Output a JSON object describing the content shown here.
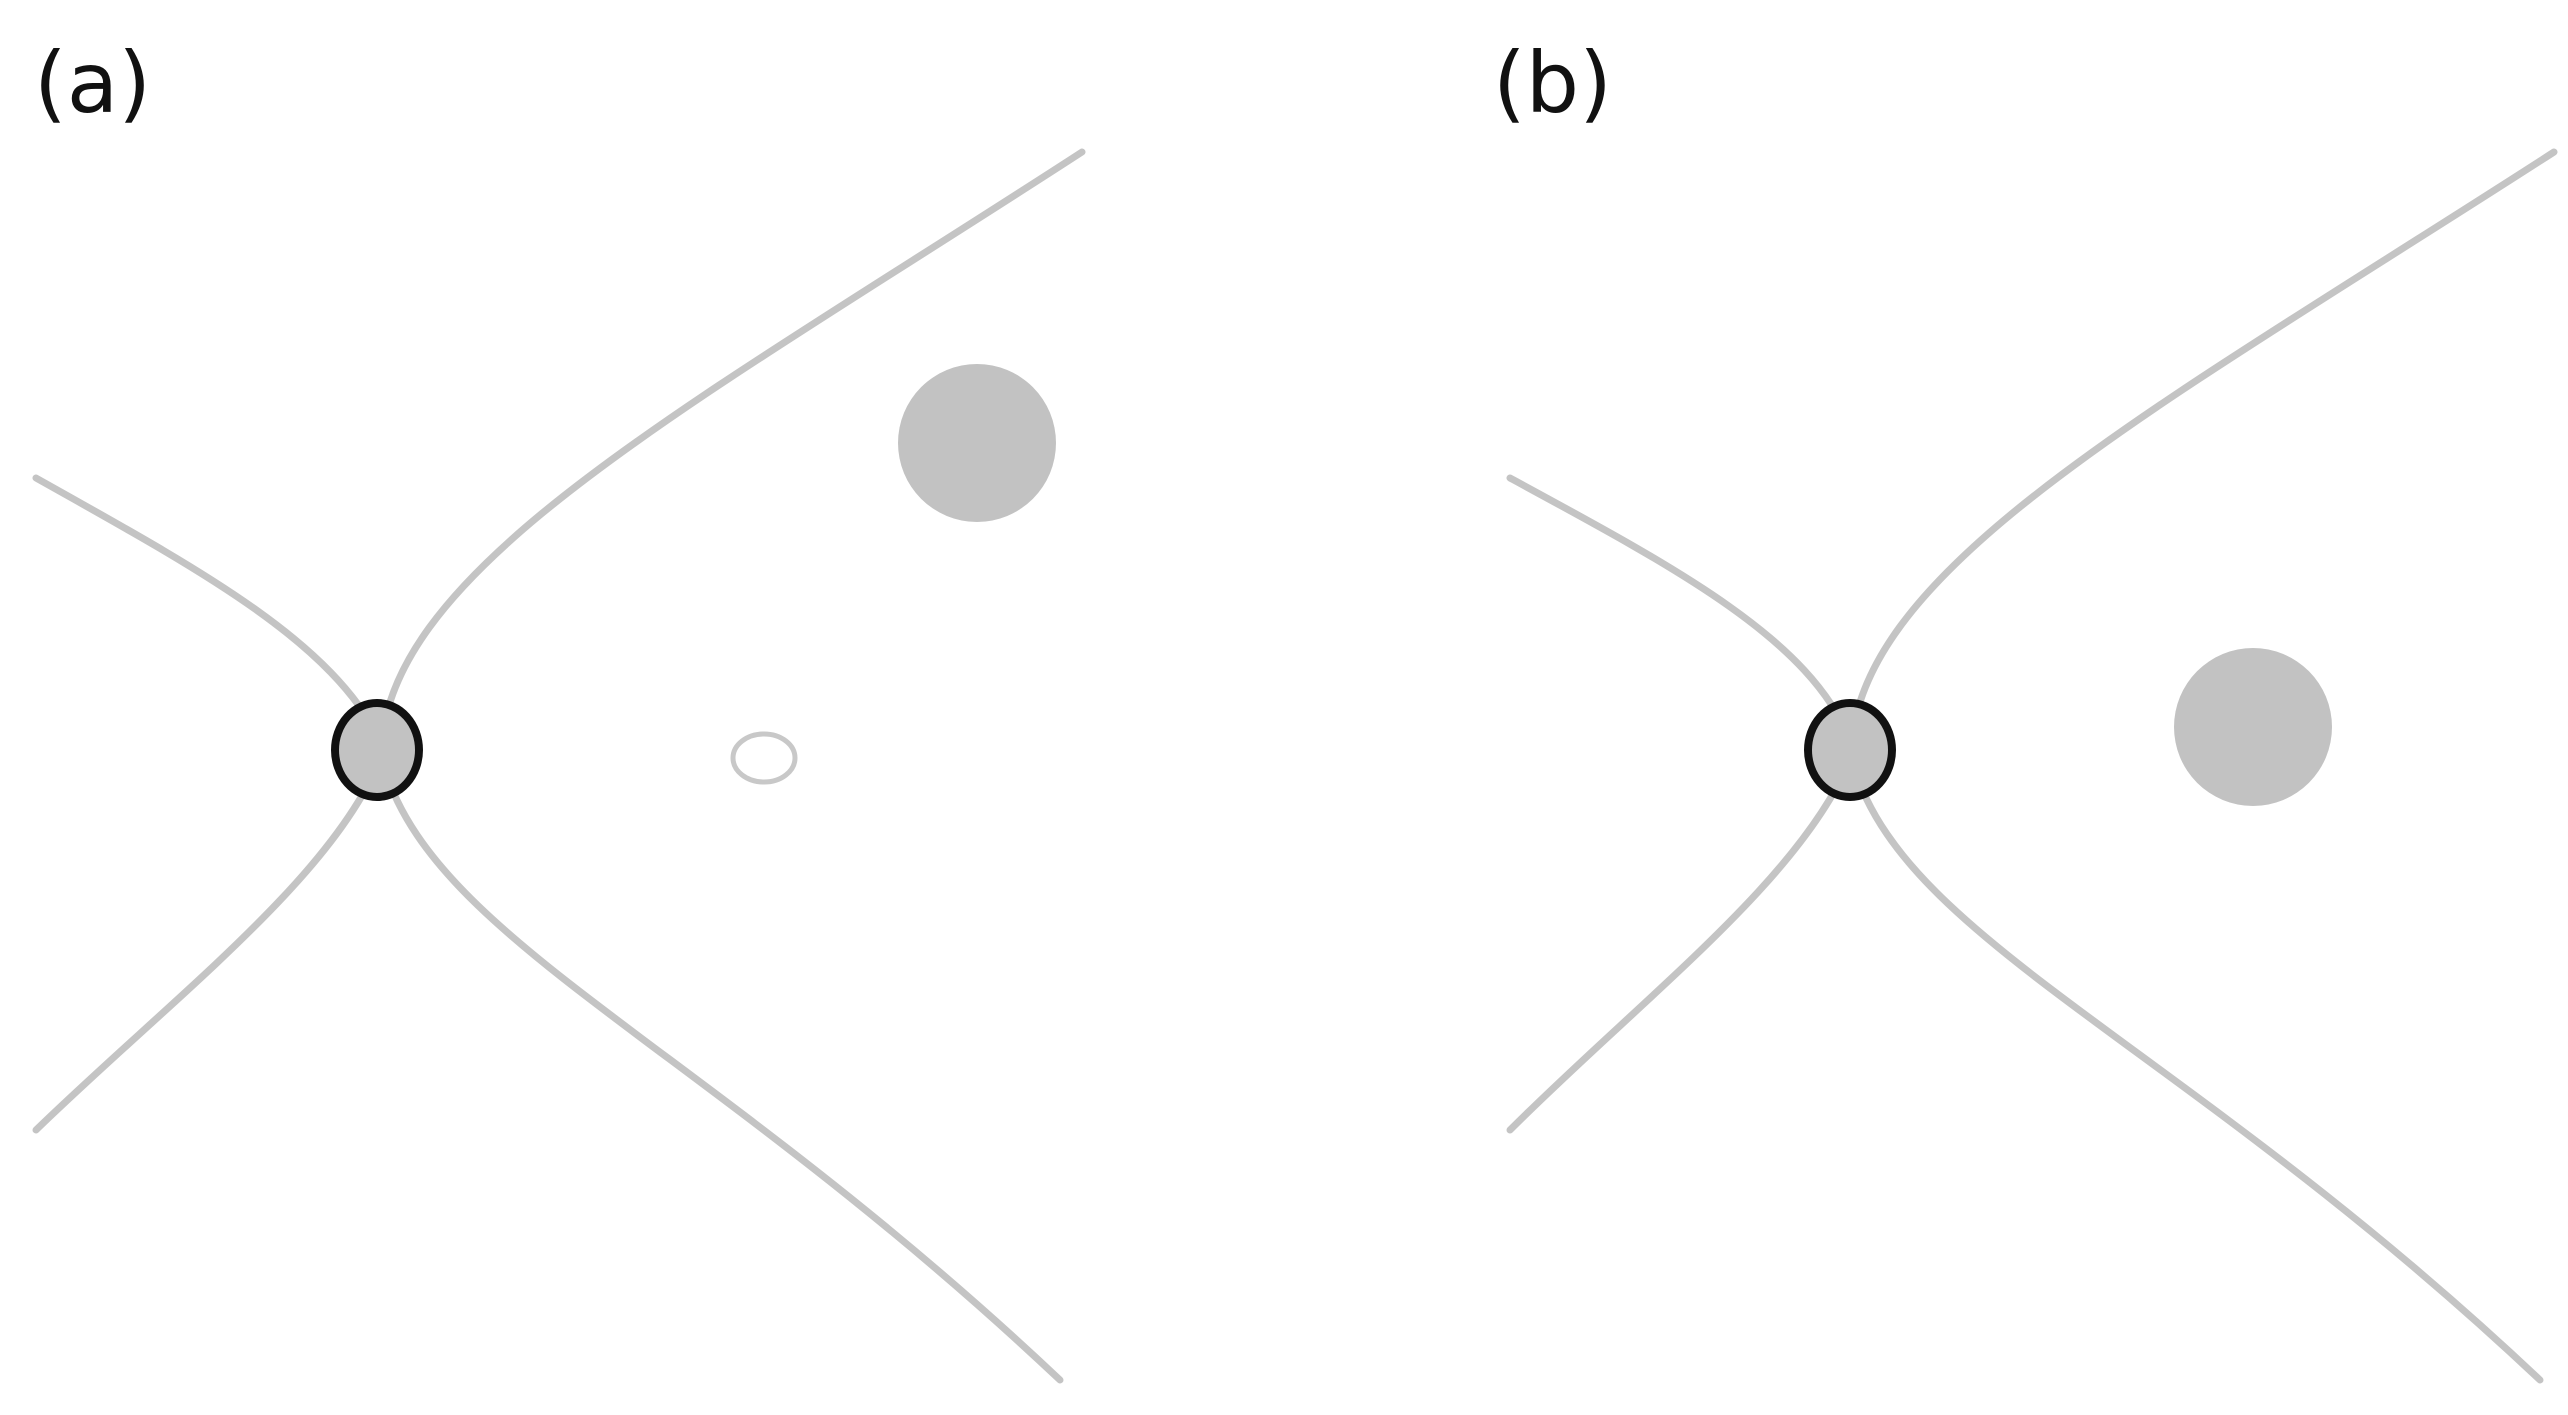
{
  "colors": {
    "curve": "#c4c4c4",
    "filled_circle": "#c2c2c2",
    "outline_circle": "#111111",
    "hollow_circle": "#c8c8c8",
    "background": "#ffffff"
  },
  "panels": [
    {
      "label": "(a)",
      "elements": [
        "saddle-point-circle",
        "large-filled-circle",
        "small-hollow-circle"
      ]
    },
    {
      "label": "(b)",
      "elements": [
        "saddle-point-circle",
        "large-filled-circle"
      ]
    }
  ]
}
